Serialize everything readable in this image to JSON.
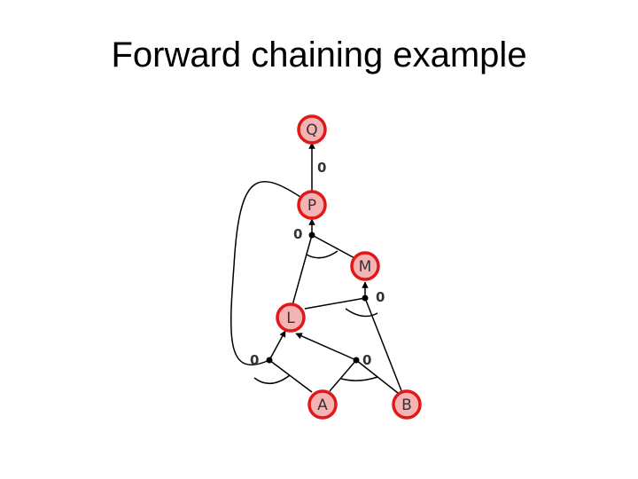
{
  "title": "Forward chaining example",
  "colors": {
    "node_fill": "#f6b3b3",
    "node_stroke": "#e01818",
    "edge": "#000000",
    "label_text": "#333333"
  },
  "nodes": [
    {
      "id": "Q",
      "label": "Q"
    },
    {
      "id": "P",
      "label": "P"
    },
    {
      "id": "M",
      "label": "M"
    },
    {
      "id": "L",
      "label": "L"
    },
    {
      "id": "A",
      "label": "A"
    },
    {
      "id": "B",
      "label": "B"
    }
  ],
  "counts": [
    {
      "id": "PQ",
      "label": "0"
    },
    {
      "id": "LMP",
      "label": "0"
    },
    {
      "id": "BLM",
      "label": "0"
    },
    {
      "id": "APL",
      "label": "0"
    },
    {
      "id": "ABL",
      "label": "0"
    }
  ]
}
